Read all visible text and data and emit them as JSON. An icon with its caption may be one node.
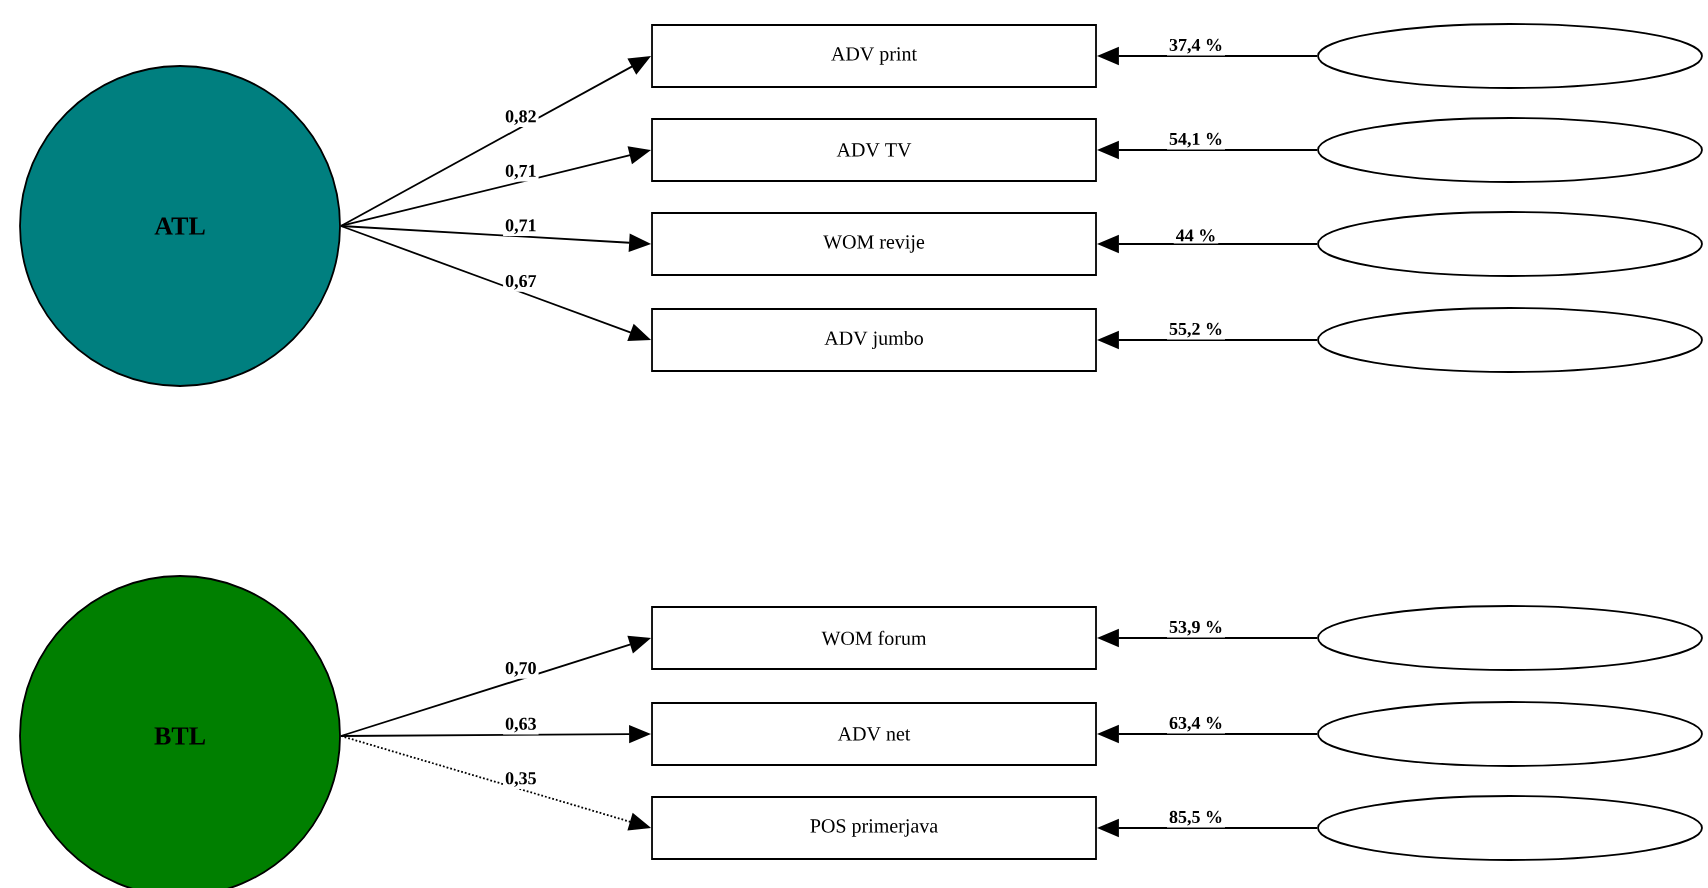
{
  "diagram": {
    "nodes": [
      {
        "text": [
          "ATL"
        ]
      },
      {
        "text": [
          "ADV  print"
        ]
      },
      {
        "text": [
          "ADV  TV"
        ]
      },
      {
        "text": [
          "WOM  revije"
        ]
      },
      {
        "text": [
          "ADV  jumbo"
        ]
      },
      {
        "text": [],
        "shape": "ellipse"
      },
      {
        "text": [],
        "shape": "ellipse"
      },
      {
        "text": [],
        "shape": "ellipse"
      },
      {
        "text": [],
        "shape": "ellipse"
      },
      {
        "text": [
          "BTL"
        ]
      },
      {
        "text": [
          "WOM  forum"
        ]
      },
      {
        "text": [
          "ADV  net"
        ]
      },
      {
        "text": [
          "POS  primerjava"
        ]
      },
      {
        "text": [],
        "shape": "ellipse"
      },
      {
        "text": [],
        "shape": "ellipse"
      },
      {
        "text": [],
        "shape": "ellipse"
      }
    ],
    "edges": [
      {
        "from": 0,
        "to": 1,
        "arrow": "to",
        "label": "0,82"
      },
      {
        "from": 0,
        "to": 2,
        "arrow": "to",
        "label": "0,71"
      },
      {
        "from": 0,
        "to": 3,
        "arrow": "to",
        "label": "0,71"
      },
      {
        "from": 0,
        "to": 4,
        "arrow": "to",
        "label": "0,67"
      },
      {
        "from": 5,
        "to": 1,
        "arrow": "to",
        "label": "37,4  %"
      },
      {
        "from": 6,
        "to": 2,
        "arrow": "to",
        "label": "54,1  %"
      },
      {
        "from": 7,
        "to": 3,
        "arrow": "to",
        "label": "44  %"
      },
      {
        "from": 8,
        "to": 4,
        "arrow": "to",
        "label": "55,2 %"
      },
      {
        "from": 9,
        "to": 10,
        "arrow": "to",
        "label": "0,70"
      },
      {
        "from": 9,
        "to": 11,
        "arrow": "to",
        "label": "0,63"
      },
      {
        "from": 9,
        "to": 12,
        "arrow": "to",
        "label": "0,35",
        "style": "dashed"
      },
      {
        "from": 13,
        "to": 10,
        "arrow": "to",
        "label": "53,9 %"
      },
      {
        "from": 14,
        "to": 11,
        "arrow": "to",
        "label": "63,4 %"
      },
      {
        "from": 15,
        "to": 12,
        "arrow": "to",
        "label": "85,5 %"
      }
    ]
  }
}
